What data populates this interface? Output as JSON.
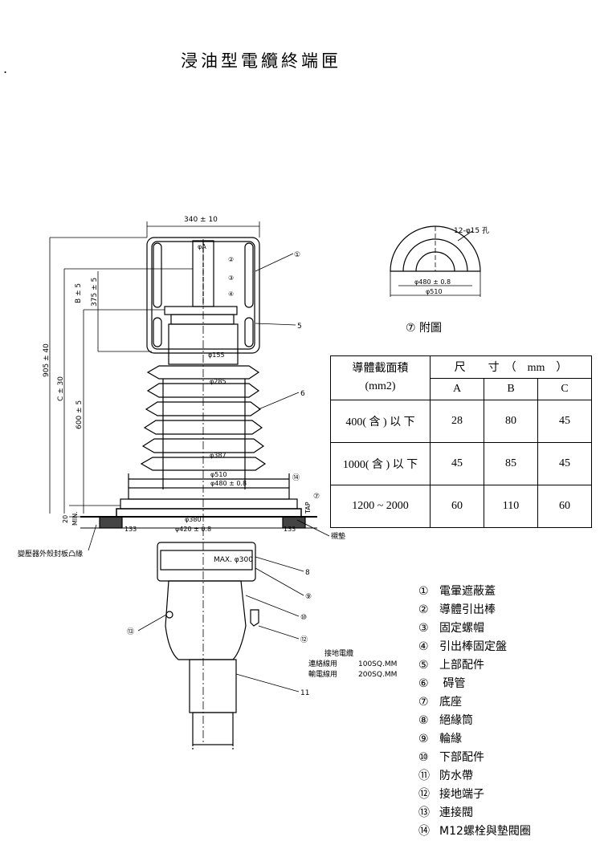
{
  "title": "浸油型電纜終端匣",
  "stray_mark": ".",
  "dims": {
    "top_width": "340 ± 10",
    "b": "B ± 5",
    "d375": "375 ± 5",
    "d905": "905 ± 40",
    "c": "C ± 30",
    "d600": "600 ± 5",
    "d20": "20",
    "min": "MIN.",
    "a": "φA",
    "d155": "φ155",
    "d285": "φ285",
    "d387": "φ387",
    "d510": "φ510",
    "d480": "φ480 ± 0.8",
    "d380": "φ380",
    "d420": "φ420 ± 0.8",
    "d133": "133",
    "max300": "MAX. φ300",
    "tap": "TAP",
    "hole": "12-φ15 孔",
    "f7_d480": "φ480 ± 0.8",
    "f7_d510": "φ510"
  },
  "callouts": [
    "①",
    "②",
    "③",
    "④",
    "5",
    "6",
    "⑦",
    "8",
    "⑨",
    "⑩",
    "⑫",
    "11",
    "⑬",
    "⑭"
  ],
  "labels": {
    "transformer_bottom": "變壓器外殼封板凸緣",
    "gasket": "襯墊",
    "detail_caption": "⑦ 附圖",
    "left_13": "⑬"
  },
  "ground_cable": {
    "heading": "接地電纜",
    "rows": [
      {
        "use": "連絡線用",
        "spec": "100SQ.MM"
      },
      {
        "use": "輸電線用",
        "spec": "200SQ.MM"
      }
    ]
  },
  "table": {
    "header": {
      "col1_line1": "導體截面積",
      "col1_line2": "(mm2)",
      "col2": "尺　　寸　（　mm　）",
      "a": "A",
      "b": "B",
      "c": "C"
    },
    "rows": [
      {
        "section": "400( 含 ) 以 下",
        "a": "28",
        "b": "80",
        "c": "45"
      },
      {
        "section": "1000( 含 ) 以 下",
        "a": "45",
        "b": "85",
        "c": "45"
      },
      {
        "section": "1200 ~ 2000",
        "a": "60",
        "b": "110",
        "c": "60"
      }
    ]
  },
  "legend": [
    {
      "num": "①",
      "text": "電暈遮蔽蓋"
    },
    {
      "num": "②",
      "text": "導體引出棒"
    },
    {
      "num": "③",
      "text": "固定螺帽"
    },
    {
      "num": "④",
      "text": "引出棒固定盤"
    },
    {
      "num": "⑤",
      "text": "上部配件"
    },
    {
      "num": "⑥",
      "text": " 碍管"
    },
    {
      "num": "⑦",
      "text": "底座"
    },
    {
      "num": "⑧",
      "text": "絕緣筒"
    },
    {
      "num": "⑨",
      "text": "輪緣"
    },
    {
      "num": "⑩",
      "text": "下部配件"
    },
    {
      "num": "⑪",
      "text": "防水帶"
    },
    {
      "num": "⑫",
      "text": "接地端子"
    },
    {
      "num": "⑬",
      "text": "連接閥"
    },
    {
      "num": "⑭",
      "text": "M12螺栓與墊閥圈"
    }
  ]
}
